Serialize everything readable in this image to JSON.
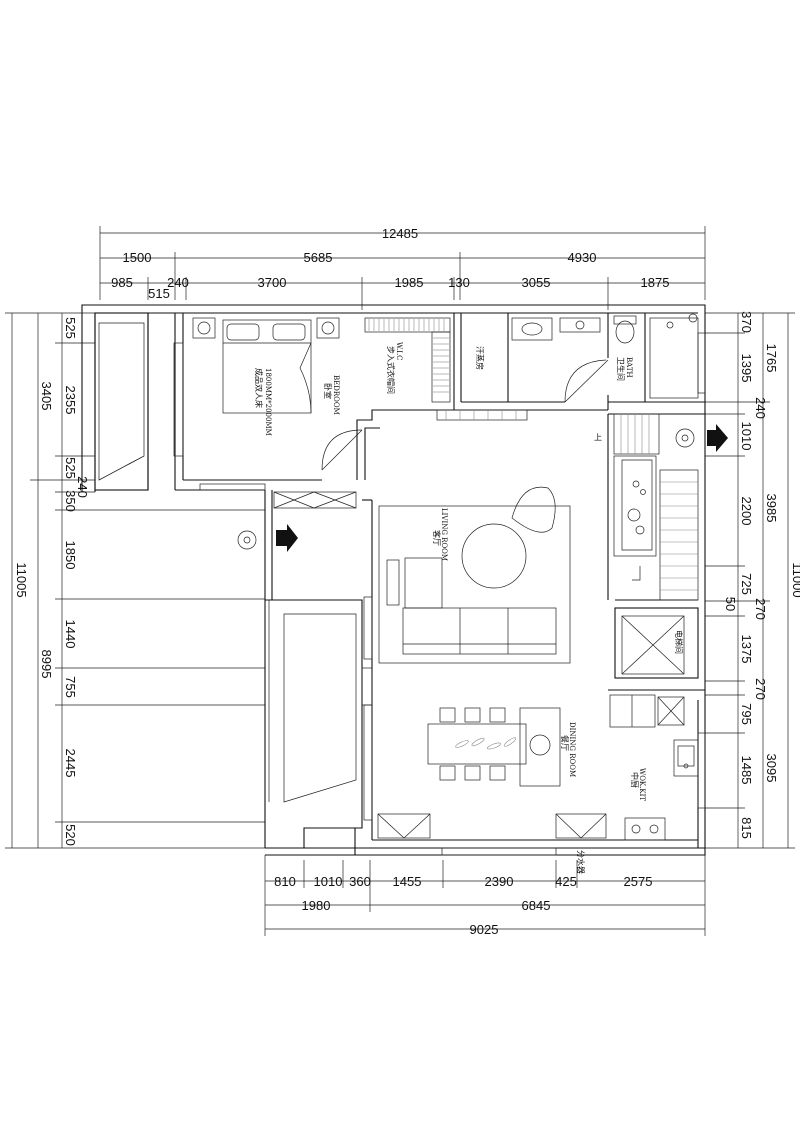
{
  "top_dims": {
    "overall": "12485",
    "seg1": [
      "1500",
      "5685",
      "4930"
    ],
    "seg2": [
      "985",
      "240",
      "515",
      "3700",
      "1985",
      "130",
      "3055",
      "1875"
    ]
  },
  "bottom_dims": {
    "seg1": [
      "810",
      "1010",
      "360",
      "1455",
      "2390",
      "425",
      "2575"
    ],
    "seg2": [
      "1980",
      "6845"
    ],
    "overall": "9025"
  },
  "left_dims": {
    "overall": "11005",
    "seg1": [
      "3405",
      "8995"
    ],
    "seg2": [
      "525",
      "2355",
      "525",
      "240",
      "350",
      "1850",
      "1440",
      "755",
      "2445",
      "520"
    ]
  },
  "right_dims": {
    "overall": "11000",
    "seg1": [
      "1765",
      "3985",
      "3095"
    ],
    "seg2": [
      "370",
      "1395",
      "240",
      "1010",
      "2200",
      "725",
      "50",
      "270",
      "1375",
      "270",
      "795",
      "1485",
      "815"
    ]
  },
  "rooms": {
    "bedroom_en": "BEDROOM",
    "bedroom_cn": "卧室",
    "bed_note_1": "成品双人床",
    "bed_note_2": "1800MM*2000MM",
    "wic_en": "W.I.C",
    "wic_cn": "步入式衣帽间",
    "sauna": "汗蒸房",
    "bath_en": "BATH",
    "bath_cn": "卫生间",
    "living_en": "LIVING ROOM",
    "living_cn": "客厅",
    "dining_en": "DINING ROOM",
    "dining_cn": "餐厅",
    "kitchen_en": "WOK.KIT",
    "kitchen_cn": "中厨",
    "elevator": "电梯间",
    "stair_up": "上",
    "water_divider": "分水器"
  }
}
